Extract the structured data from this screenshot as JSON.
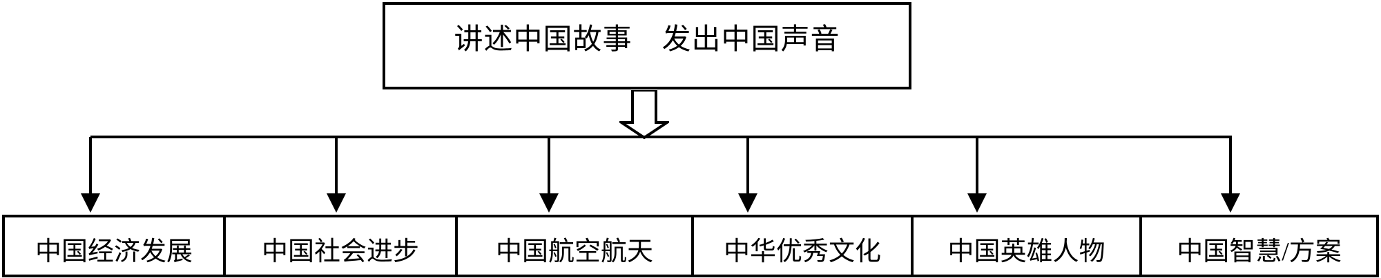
{
  "diagram": {
    "title_box": {
      "label": "讲述中国故事　发出中国声音"
    },
    "connector": {
      "main_arrow_icon": "block-down-arrow",
      "branch_arrow_icon": "down-arrow"
    },
    "children": [
      {
        "label": "中国经济发展"
      },
      {
        "label": "中国社会进步"
      },
      {
        "label": "中国航空航天"
      },
      {
        "label": "中华优秀文化"
      },
      {
        "label": "中国英雄人物"
      },
      {
        "label": "中国智慧/方案"
      }
    ],
    "colors": {
      "line": "#000000",
      "background": "#ffffff"
    }
  }
}
